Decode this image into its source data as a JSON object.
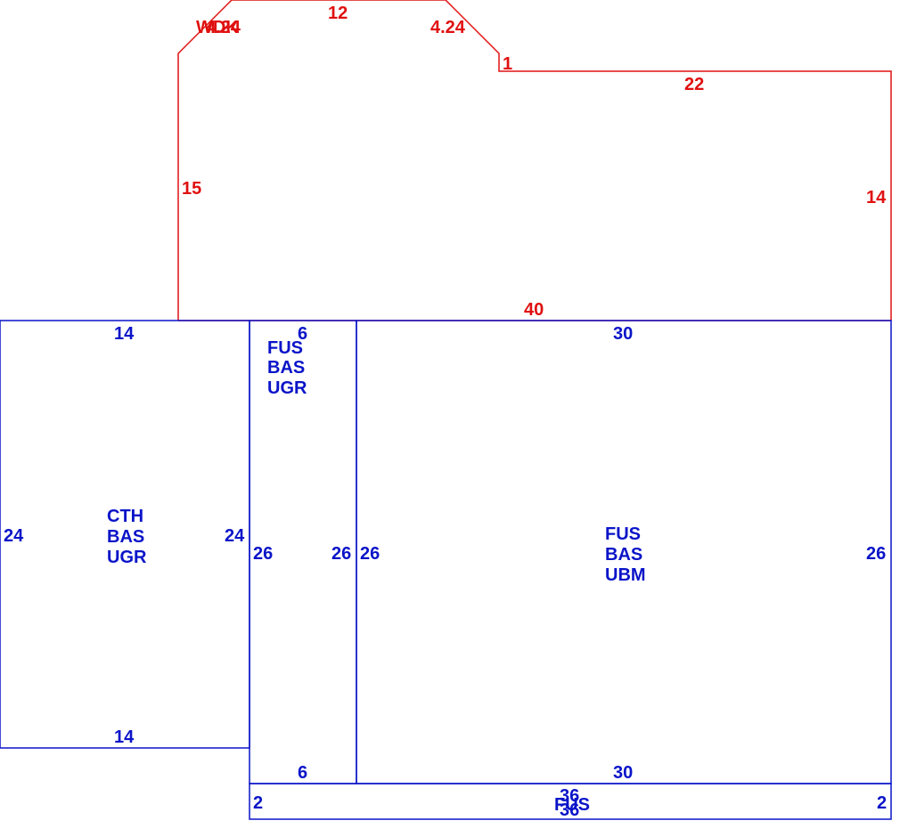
{
  "colors": {
    "wood_deck": "#e01010",
    "building": "#0a14c8"
  },
  "wood_deck": {
    "code": "WDK",
    "sides": {
      "top": "12",
      "top_left_diag": "4.24",
      "top_right_diag": "4.24",
      "right_step": "1",
      "upper_right": "22",
      "left": "15",
      "right": "14",
      "bottom": "40"
    }
  },
  "sections": {
    "cth": {
      "codes": [
        "CTH",
        "BAS",
        "UGR"
      ],
      "top": "14",
      "bottom": "14",
      "left": "24",
      "right": "24"
    },
    "fus_ugr": {
      "codes": [
        "FUS",
        "BAS",
        "UGR"
      ],
      "top": "6",
      "bottom": "6",
      "left": "26",
      "right": "26"
    },
    "fus_ubm": {
      "codes": [
        "FUS",
        "BAS",
        "UBM"
      ],
      "top": "30",
      "bottom": "30",
      "left": "26",
      "right": "26"
    },
    "fus_strip": {
      "code": "FUS",
      "top": "36",
      "bottom": "36",
      "left": "2",
      "right": "2"
    }
  }
}
